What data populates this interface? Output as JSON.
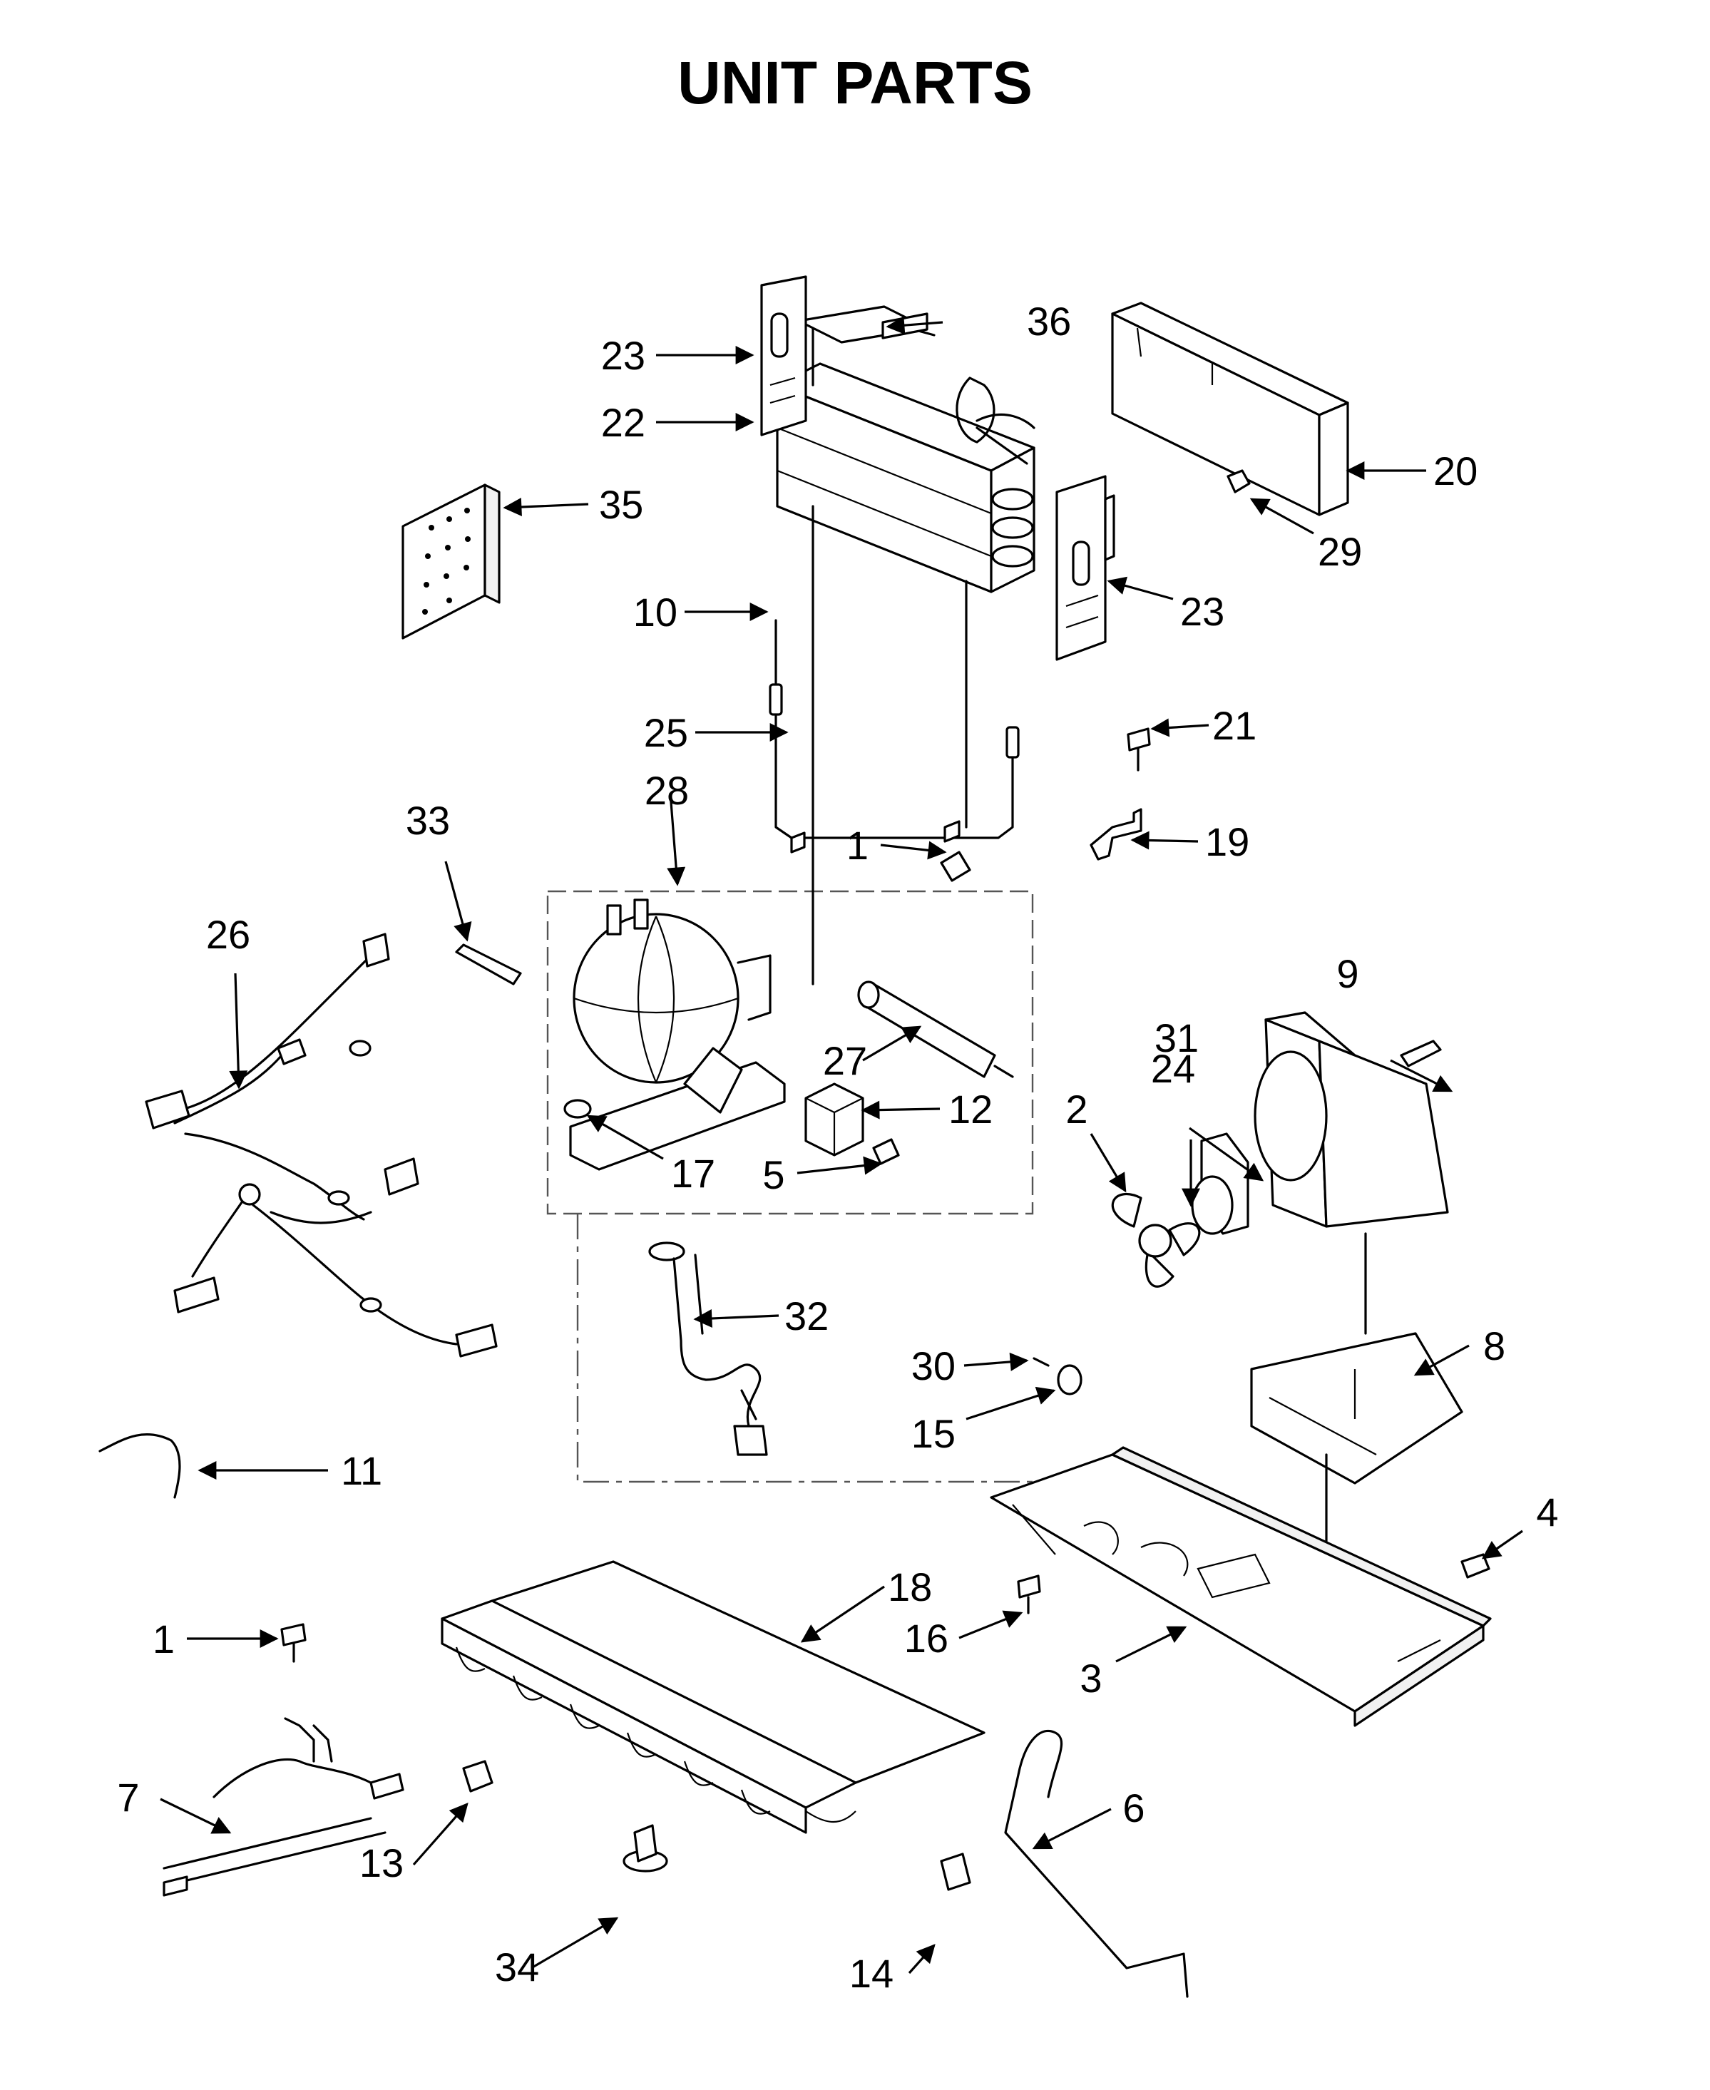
{
  "title": "UNIT PARTS",
  "callouts": {
    "c1a": "1",
    "c1b": "1",
    "c2": "2",
    "c3": "3",
    "c4": "4",
    "c5": "5",
    "c6": "6",
    "c7": "7",
    "c8": "8",
    "c9": "9",
    "c10": "10",
    "c11": "11",
    "c12": "12",
    "c13": "13",
    "c14": "14",
    "c15": "15",
    "c16": "16",
    "c17": "17",
    "c18": "18",
    "c19": "19",
    "c20": "20",
    "c21": "21",
    "c22": "22",
    "c23a": "23",
    "c23b": "23",
    "c24": "24",
    "c25": "25",
    "c26": "26",
    "c27": "27",
    "c28": "28",
    "c29": "29",
    "c30": "30",
    "c31": "31",
    "c32": "32",
    "c33": "33",
    "c34": "34",
    "c35": "35",
    "c36": "36"
  }
}
